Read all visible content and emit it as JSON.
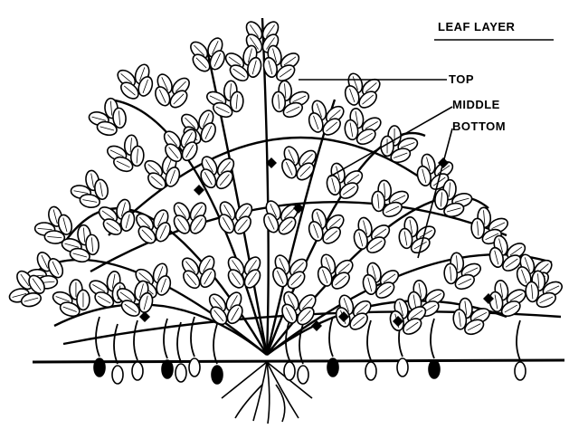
{
  "legend": {
    "heading": "LEAF LAYER",
    "layers": [
      "TOP",
      "MIDDLE",
      "BOTTOM"
    ]
  },
  "colors": {
    "ink": "#000000",
    "background": "#ffffff"
  }
}
